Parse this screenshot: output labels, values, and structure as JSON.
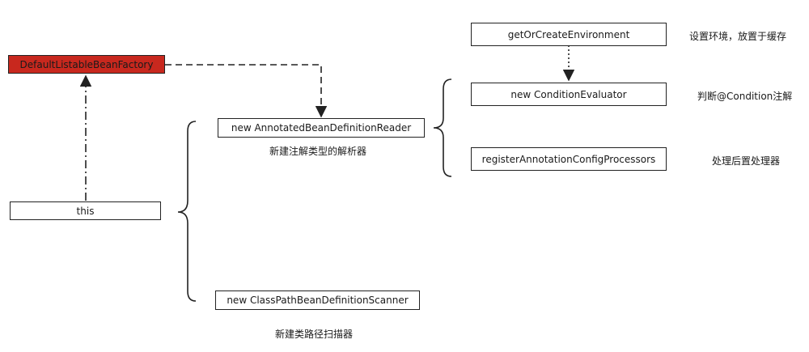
{
  "nodes": {
    "root": "DefaultListableBeanFactory",
    "this": "this",
    "reader": "new AnnotatedBeanDefinitionReader",
    "scanner": "new ClassPathBeanDefinitionScanner",
    "env": "getOrCreateEnvironment",
    "evaluator": "new ConditionEvaluator",
    "register": "registerAnnotationConfigProcessors"
  },
  "notes": {
    "reader": "新建注解类型的解析器",
    "scanner": "新建类路径扫描器",
    "env": "设置环境，放置于缓存",
    "evaluator": "判断@Condition注解",
    "register": "处理后置处理器"
  },
  "colors": {
    "root_fill": "#c8281e",
    "line": "#222222"
  }
}
